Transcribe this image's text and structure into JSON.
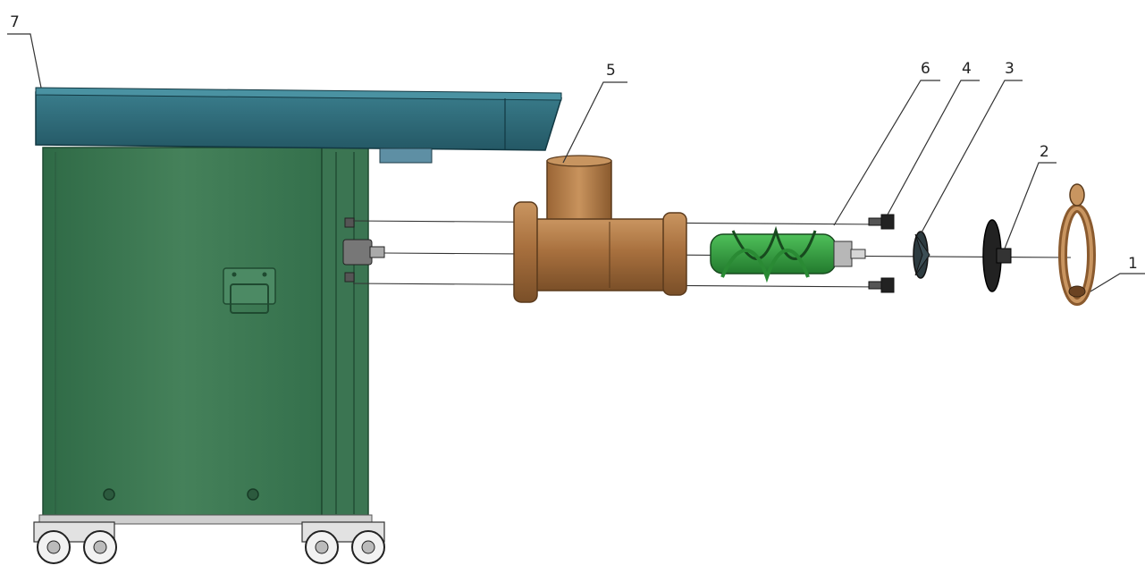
{
  "callouts": [
    {
      "id": "1",
      "label": "1"
    },
    {
      "id": "2",
      "label": "2"
    },
    {
      "id": "3",
      "label": "3"
    },
    {
      "id": "4",
      "label": "4"
    },
    {
      "id": "5",
      "label": "5"
    },
    {
      "id": "6",
      "label": "6"
    },
    {
      "id": "7",
      "label": "7"
    }
  ],
  "colors": {
    "cabinet": "#3f7a55",
    "cabinet_dark": "#2d5a3e",
    "top_plate": "#2d6a78",
    "bronze": "#b07a45",
    "bronze_dark": "#7a4f28",
    "auger": "#3aa045",
    "dark_parts": "#2a2a2a"
  }
}
